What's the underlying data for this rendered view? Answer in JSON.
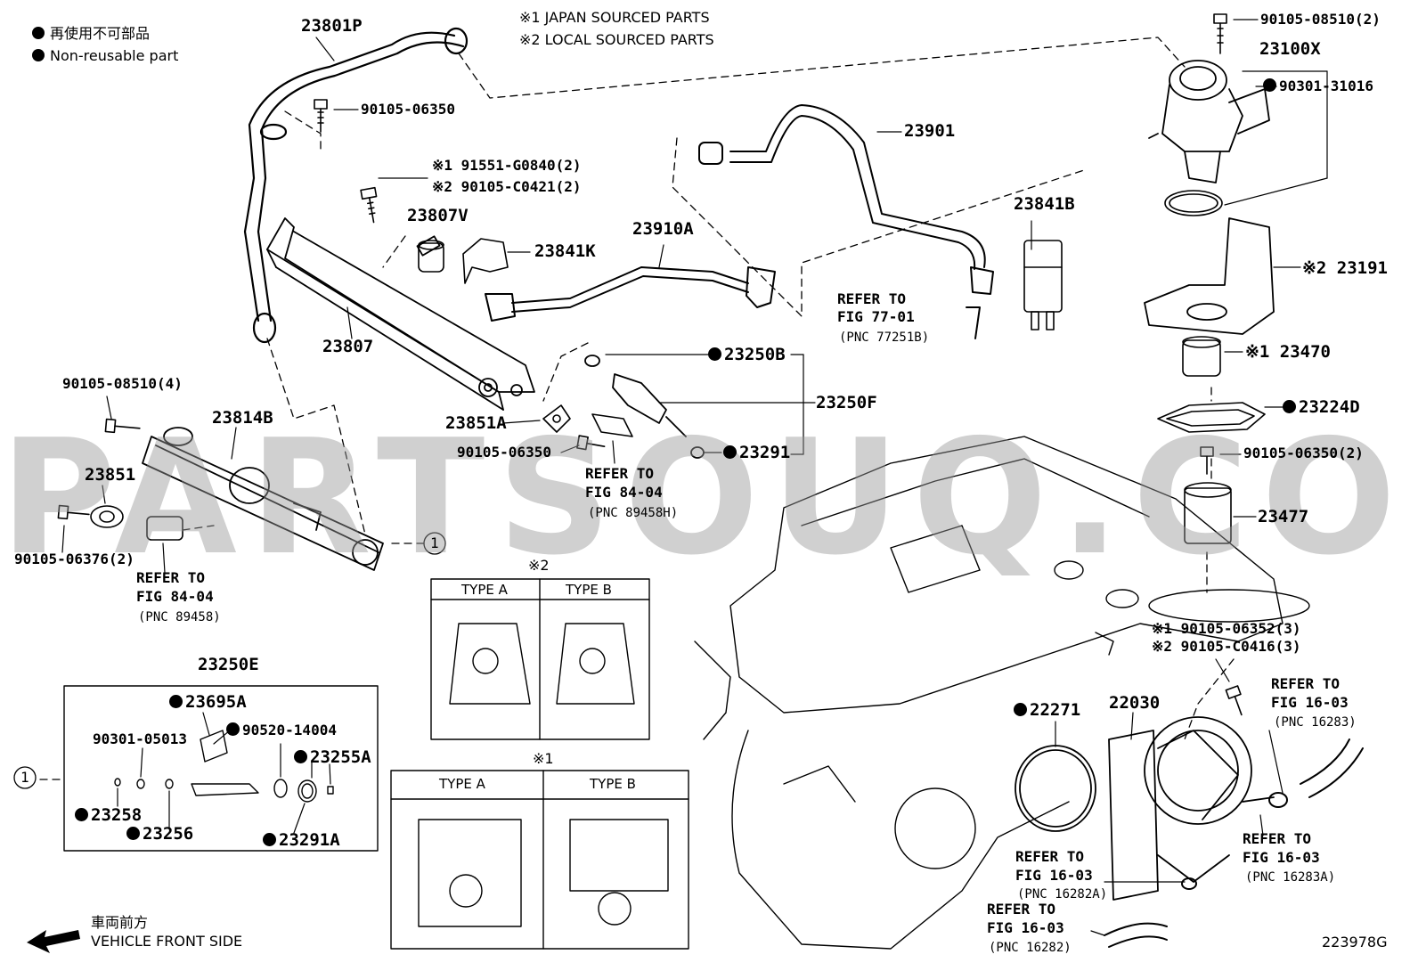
{
  "legend": {
    "line_jp": "再使用不可部品",
    "line_en": "Non-reusable part"
  },
  "notes": {
    "n1": "※1 JAPAN SOURCED PARTS",
    "n2": "※2 LOCAL SOURCED PARTS"
  },
  "watermark": "PARTSOUQ.COM",
  "parts": {
    "p23801P": "23801P",
    "p90105_06350_top": "90105-06350",
    "p91551": "※1 91551-G0840(2)",
    "p90105_C0421": "※2 90105-C0421(2)",
    "p23807V": "23807V",
    "p23841K": "23841K",
    "p23910A": "23910A",
    "p23901": "23901",
    "p23841B": "23841B",
    "p90105_08510_2": "90105-08510(2)",
    "p23100X": "23100X",
    "p90301_31016": "90301-31016",
    "p23191": "※2 23191",
    "p23470": "※1 23470",
    "p23224D": "23224D",
    "p90105_06350_2": "90105-06350(2)",
    "p23477": "23477",
    "p23807": "23807",
    "p23250B": "23250B",
    "p23250F": "23250F",
    "p23851A": "23851A",
    "p90105_06350_mid": "90105-06350",
    "p23291": "23291",
    "p90105_08510_4": "90105-08510(4)",
    "p23814B": "23814B",
    "p23851": "23851",
    "p90105_06376": "90105-06376(2)",
    "p23250E": "23250E",
    "p23695A": "23695A",
    "p90301_05013": "90301-05013",
    "p90520_14004": "90520-14004",
    "p23255A": "23255A",
    "p23258": "23258",
    "p23256": "23256",
    "p23291A": "23291A",
    "p90105_06352": "※1 90105-06352(3)",
    "p90105_C0416": "※2 90105-C0416(3)",
    "p22271": "22271",
    "p22030": "22030"
  },
  "refs": {
    "r77_01": {
      "a": "REFER TO",
      "b": "FIG 77-01",
      "c": "(PNC 77251B)"
    },
    "r84_04_h": {
      "a": "REFER TO",
      "b": "FIG 84-04",
      "c": "(PNC 89458H)"
    },
    "r84_04": {
      "a": "REFER TO",
      "b": "FIG 84-04",
      "c": "(PNC 89458)"
    },
    "r16_03_16283": {
      "a": "REFER TO",
      "b": "FIG 16-03",
      "c": "(PNC 16283)"
    },
    "r16_03_16283A": {
      "a": "REFER TO",
      "b": "FIG 16-03",
      "c": "(PNC 16283A)"
    },
    "r16_03_16282A": {
      "a": "REFER TO",
      "b": "FIG 16-03",
      "c": "(PNC 16282A)"
    },
    "r16_03_16282": {
      "a": "REFER TO",
      "b": "FIG 16-03",
      "c": "(PNC 16282)"
    }
  },
  "inset_x2": {
    "mark": "※2",
    "type_a": "TYPE A",
    "type_b": "TYPE B"
  },
  "inset_x1": {
    "mark": "※1",
    "type_a": "TYPE A",
    "type_b": "TYPE B"
  },
  "connector_mark": "1",
  "front": {
    "jp": "車両前方",
    "en": "VEHICLE FRONT SIDE"
  },
  "figure_id": "223978G"
}
